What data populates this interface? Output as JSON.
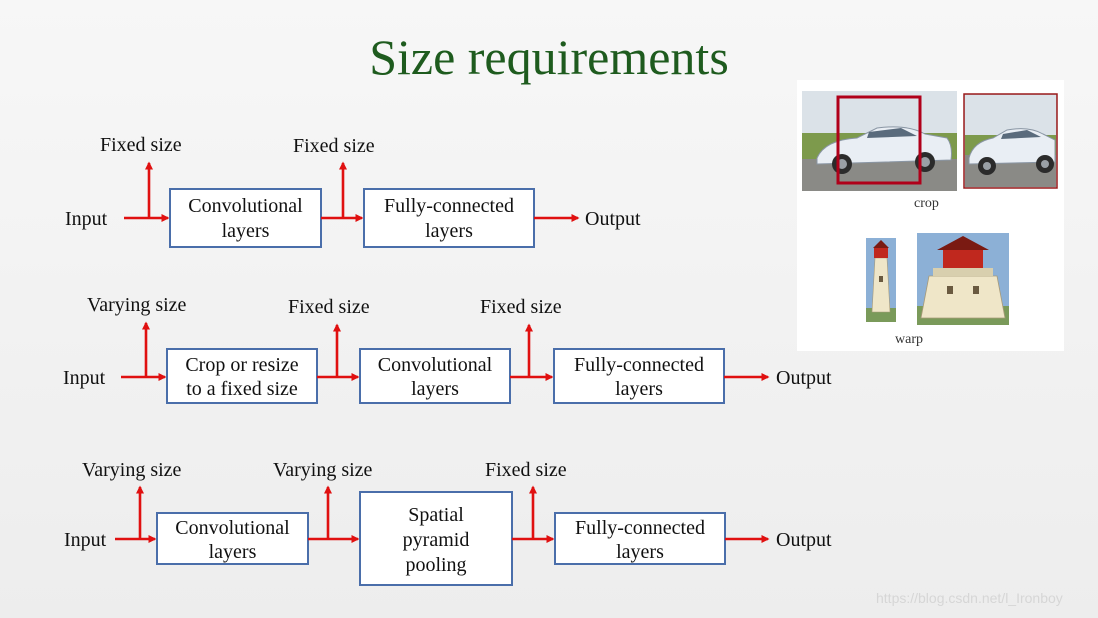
{
  "title": "Size requirements",
  "row1": {
    "input": "Input",
    "size_a": "Fixed size",
    "conv": [
      "Convolutional",
      "layers"
    ],
    "size_b": "Fixed size",
    "fc": [
      "Fully-connected",
      "layers"
    ],
    "output": "Output"
  },
  "row2": {
    "input": "Input",
    "size_a": "Varying size",
    "crop": [
      "Crop or resize",
      "to a fixed size"
    ],
    "size_b": "Fixed size",
    "conv": [
      "Convolutional",
      "layers"
    ],
    "size_c": "Fixed size",
    "fc": [
      "Fully-connected",
      "layers"
    ],
    "output": "Output"
  },
  "row3": {
    "input": "Input",
    "size_a": "Varying size",
    "conv": [
      "Convolutional",
      "layers"
    ],
    "size_b": "Varying size",
    "spp": [
      "Spatial",
      "pyramid",
      "pooling"
    ],
    "size_c": "Fixed size",
    "fc": [
      "Fully-connected",
      "layers"
    ],
    "output": "Output"
  },
  "examples": {
    "crop_label": "crop",
    "warp_label": "warp"
  },
  "watermark": "https://blog.csdn.net/l_Ironboy",
  "colors": {
    "title": "#1e5b1e",
    "arrow": "#e01010",
    "box_border": "#4a6eaa"
  }
}
